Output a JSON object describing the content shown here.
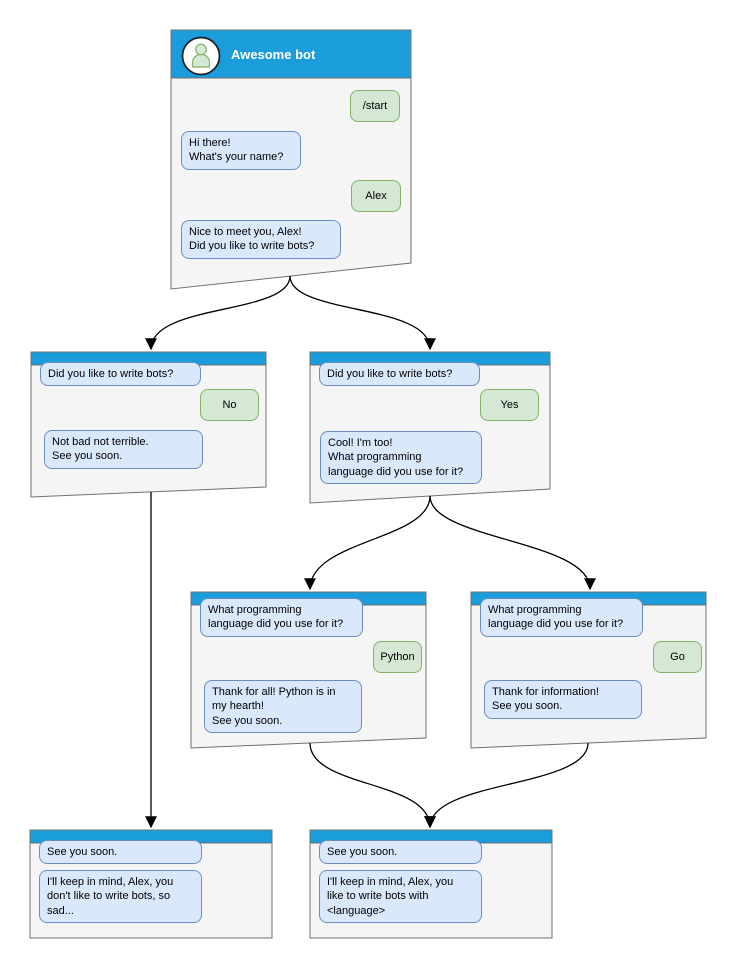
{
  "diagram": {
    "type": "chat-bot-conversation-flowchart",
    "colors": {
      "header_blue": "#1B9DDB",
      "window_bg": "#F5F5F5",
      "window_border": "#707070",
      "bot_bubble_bg": "#DAE8FC",
      "bot_bubble_border": "#6C8EBF",
      "user_bubble_bg": "#D5E8D4",
      "user_bubble_border": "#82B366",
      "edge_color": "#000000"
    }
  },
  "windows": {
    "root": {
      "title": "Awesome bot",
      "messages": [
        {
          "from": "user",
          "text": "/start"
        },
        {
          "from": "bot",
          "text": "Hi there!\nWhat's your name?"
        },
        {
          "from": "user",
          "text": "Alex"
        },
        {
          "from": "bot",
          "text": "Nice to meet you, Alex!\nDid you like to write bots?"
        }
      ]
    },
    "branch_no": {
      "messages": [
        {
          "from": "bot",
          "text": "Did you like to write bots?"
        },
        {
          "from": "user",
          "text": "No"
        },
        {
          "from": "bot",
          "text": "Not bad not terrible.\nSee you soon."
        }
      ]
    },
    "branch_yes": {
      "messages": [
        {
          "from": "bot",
          "text": "Did you like to write bots?"
        },
        {
          "from": "user",
          "text": "Yes"
        },
        {
          "from": "bot",
          "text": "Cool! I'm too!\nWhat programming\nlanguage did you use for it?"
        }
      ]
    },
    "branch_python": {
      "messages": [
        {
          "from": "bot",
          "text": "What programming\nlanguage did you use for it?"
        },
        {
          "from": "user",
          "text": "Python"
        },
        {
          "from": "bot",
          "text": "Thank for all! Python is in\nmy hearth!\nSee you soon."
        }
      ]
    },
    "branch_go": {
      "messages": [
        {
          "from": "bot",
          "text": "What programming\nlanguage did you use for it?"
        },
        {
          "from": "user",
          "text": "Go"
        },
        {
          "from": "bot",
          "text": "Thank for information!\nSee you soon."
        }
      ]
    },
    "end_no": {
      "messages": [
        {
          "from": "bot",
          "text": "See you soon."
        },
        {
          "from": "bot",
          "text": "I'll keep in mind, Alex, you\ndon't like to write bots, so\nsad..."
        }
      ]
    },
    "end_yes": {
      "messages": [
        {
          "from": "bot",
          "text": "See you soon."
        },
        {
          "from": "bot",
          "text": "I'll keep in mind, Alex, you\nlike to write bots with\n<language>"
        }
      ]
    }
  }
}
